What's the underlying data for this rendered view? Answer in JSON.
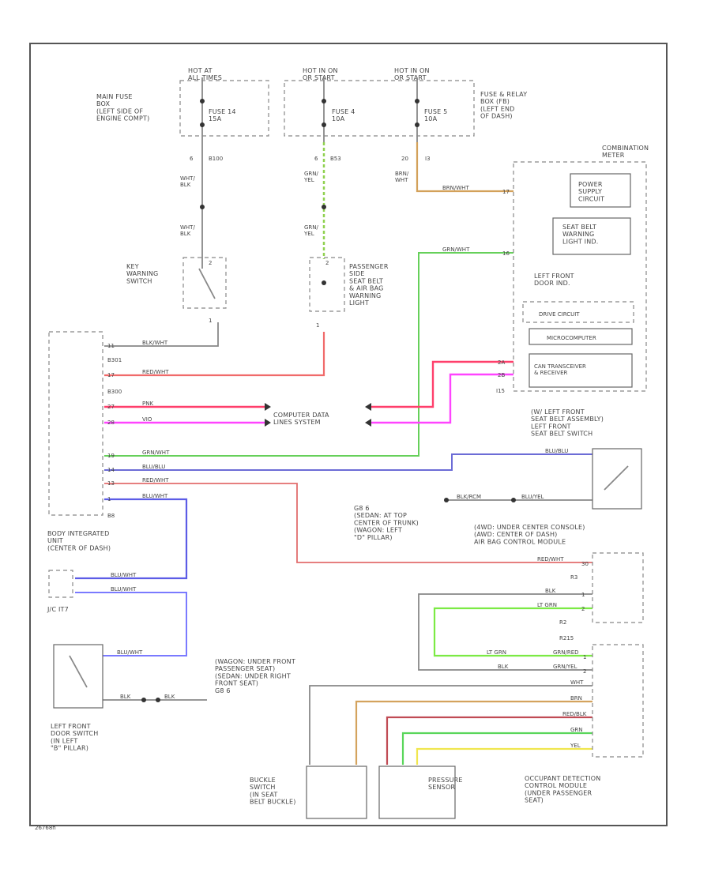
{
  "power": {
    "hot1": "HOT AT\nALL TIMES",
    "hot2": "HOT IN ON\nOR START",
    "hot3": "HOT IN ON\nOR START",
    "main_fuse_box": "MAIN FUSE\nBOX\n(LEFT SIDE OF\nENGINE COMPT)",
    "fuse_relay_box": "FUSE & RELAY\nBOX (FB)\n(LEFT END\nOF DASH)",
    "fuse1": "FUSE 14\n15A",
    "fuse2": "FUSE 4\n10A",
    "fuse3": "FUSE 5\n10A",
    "pin1": "6",
    "conn1": "B100",
    "pin2": "6",
    "conn2": "B53",
    "pin3": "20",
    "conn3": "I3"
  },
  "wires": {
    "wht_blk": "WHT/\nBLK",
    "grn_yel": "GRN/\nYEL",
    "brn_wht": "BRN/\nWHT",
    "brn_wht_run": "BRN/WHT",
    "grn_wht_run": "GRN/WHT",
    "blk_wht": "BLK/WHT",
    "red_wht": "RED/WHT",
    "pnk": "PNK",
    "vio": "VIO",
    "grn_wht": "GRN/WHT",
    "blu_blu": "BLU/BLU",
    "red_wht2": "RED/WHT",
    "blu_wht": "BLU/WHT",
    "blu_wht_jc": "BLU/WHT",
    "blu_wht_jc2": "BLU/WHT",
    "blu_wht_door": "BLU/WHT",
    "blu_blk": "BLU/BLU",
    "blk_door": "BLK",
    "blk_door2": "BLK",
    "blk_rcm": "BLK",
    "lt_grn": "LT GRN",
    "lt_grn2": "LT GRN",
    "blk_occ": "BLK",
    "grn_red": "GRN/RED",
    "grn_yel_occ": "GRN/YEL",
    "wht": "WHT",
    "brn": "BRN",
    "red_blk": "RED/BLK",
    "grn": "GRN",
    "yel": "YEL",
    "red_wht_rcm": "RED/WHT",
    "blu_yel": "BLU/YEL",
    "blk_rcm2": "BLK/RCM"
  },
  "components": {
    "key_warning": "KEY\nWARNING\nSWITCH",
    "passenger_light": "PASSENGER\nSIDE\nSEAT BELT\n& AIR BAG\nWARNING\nLIGHT",
    "combination_meter": "COMBINATION\nMETER",
    "power_supply": "POWER\nSUPPLY\nCIRCUIT",
    "seat_belt_light": "SEAT BELT\nWARNING\nLIGHT IND.",
    "door_ind": "LEFT FRONT\nDOOR IND.",
    "drive_circuit": "DRIVE CIRCUIT",
    "microcomputer": "MICROCOMPUTER",
    "can_transceiver": "CAN TRANSCEIVER\n& RECEIVER",
    "body_unit": "BODY INTEGRATED\nUNIT\n(CENTER OF DASH)",
    "computer_data": "COMPUTER DATA\nLINES SYSTEM",
    "seat_belt_switch": "(W/ LEFT FRONT\nSEAT BELT ASSEMBLY)\nLEFT FRONT\nSEAT BELT SWITCH",
    "g8_ground": "G8 6\n(SEDAN: AT TOP\nCENTER OF TRUNK)\n(WAGON: LEFT\n\"D\" PILLAR)",
    "airbag_module": "(4WD: UNDER CENTER CONSOLE)\n(AWD: CENTER OF DASH)\nAIR BAG CONTROL MODULE",
    "jc": "J/C IT7",
    "door_switch": "LEFT FRONT\nDOOR SWITCH\n(IN LEFT\n\"B\" PILLAR)",
    "g8_ground2": "(WAGON: UNDER FRONT\nPASSENGER SEAT)\n(SEDAN: UNDER RIGHT\nFRONT SEAT)\nG8 6",
    "buckle_switch": "BUCKLE\nSWITCH\n(IN SEAT\nBELT BUCKLE)",
    "pressure_sensor": "PRESSURE\nSENSOR",
    "occupant_module": "OCCUPANT DETECTION\nCONTROL MODULE\n(UNDER PASSENGER\nSEAT)",
    "conn_b301": "B301",
    "conn_b300": "B300",
    "conn_b8": "B8",
    "conn_i15": "I15",
    "conn_r3": "R3",
    "conn_r2": "R2",
    "conn_r215": "R215"
  },
  "pins": {
    "m_a": "17",
    "m_b": "16",
    "m_c": "2A",
    "m_d": "2B",
    "bu_1": "11",
    "bu_2": "17",
    "bu_3": "27",
    "bu_4": "28",
    "bu_5": "19",
    "bu_6": "14",
    "bu_7": "13",
    "bu_8": "1",
    "pl_top": "2",
    "pl_bot": "1",
    "kw_top": "2",
    "kw_bot": "1",
    "can_a": "2A",
    "can_b": "2B",
    "rcm_a": "30",
    "rcm_b": "1",
    "rcm_c": "2",
    "occ_1": "1",
    "occ_2": "2"
  },
  "footer": {
    "code": "26768h"
  }
}
